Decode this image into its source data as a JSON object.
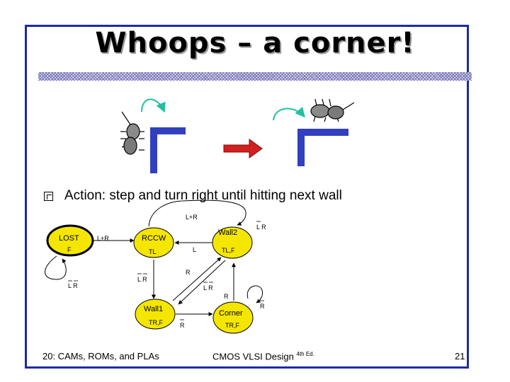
{
  "slide": {
    "title": "Whoops – a corner!",
    "bullet": "Action: step and turn right until hitting next wall"
  },
  "fsm": {
    "states": [
      {
        "name": "LOST",
        "output": "F"
      },
      {
        "name": "RCCW",
        "output": "TL"
      },
      {
        "name": "Wall2",
        "output": "TL,F"
      },
      {
        "name": "Wall1",
        "output": "TR,F"
      },
      {
        "name": "Corner",
        "output": "TR,F"
      }
    ],
    "labels": {
      "lost_self": "L R",
      "lost_to_rccw": "L+R",
      "rccw_self": "L+R",
      "rccw_to_wall1": "L R",
      "wall2_self": "L R",
      "wall2_to_rccw": "L",
      "wall2_to_wall1": "R",
      "wall1_to_wall2": "L R",
      "wall1_to_corner": "R",
      "corner_to_wall2": "R",
      "corner_self": "R"
    }
  },
  "footer": {
    "left": "20: CAMs, ROMs, and PLAs",
    "center": "CMOS VLSI Design",
    "center_sup": "4th Ed.",
    "page": "21"
  },
  "colors": {
    "frame": "#1f2aa0",
    "wall": "#3040c0",
    "arrow": "#d02020",
    "path": "#20c0a0",
    "state_fill": "#f5e600"
  }
}
